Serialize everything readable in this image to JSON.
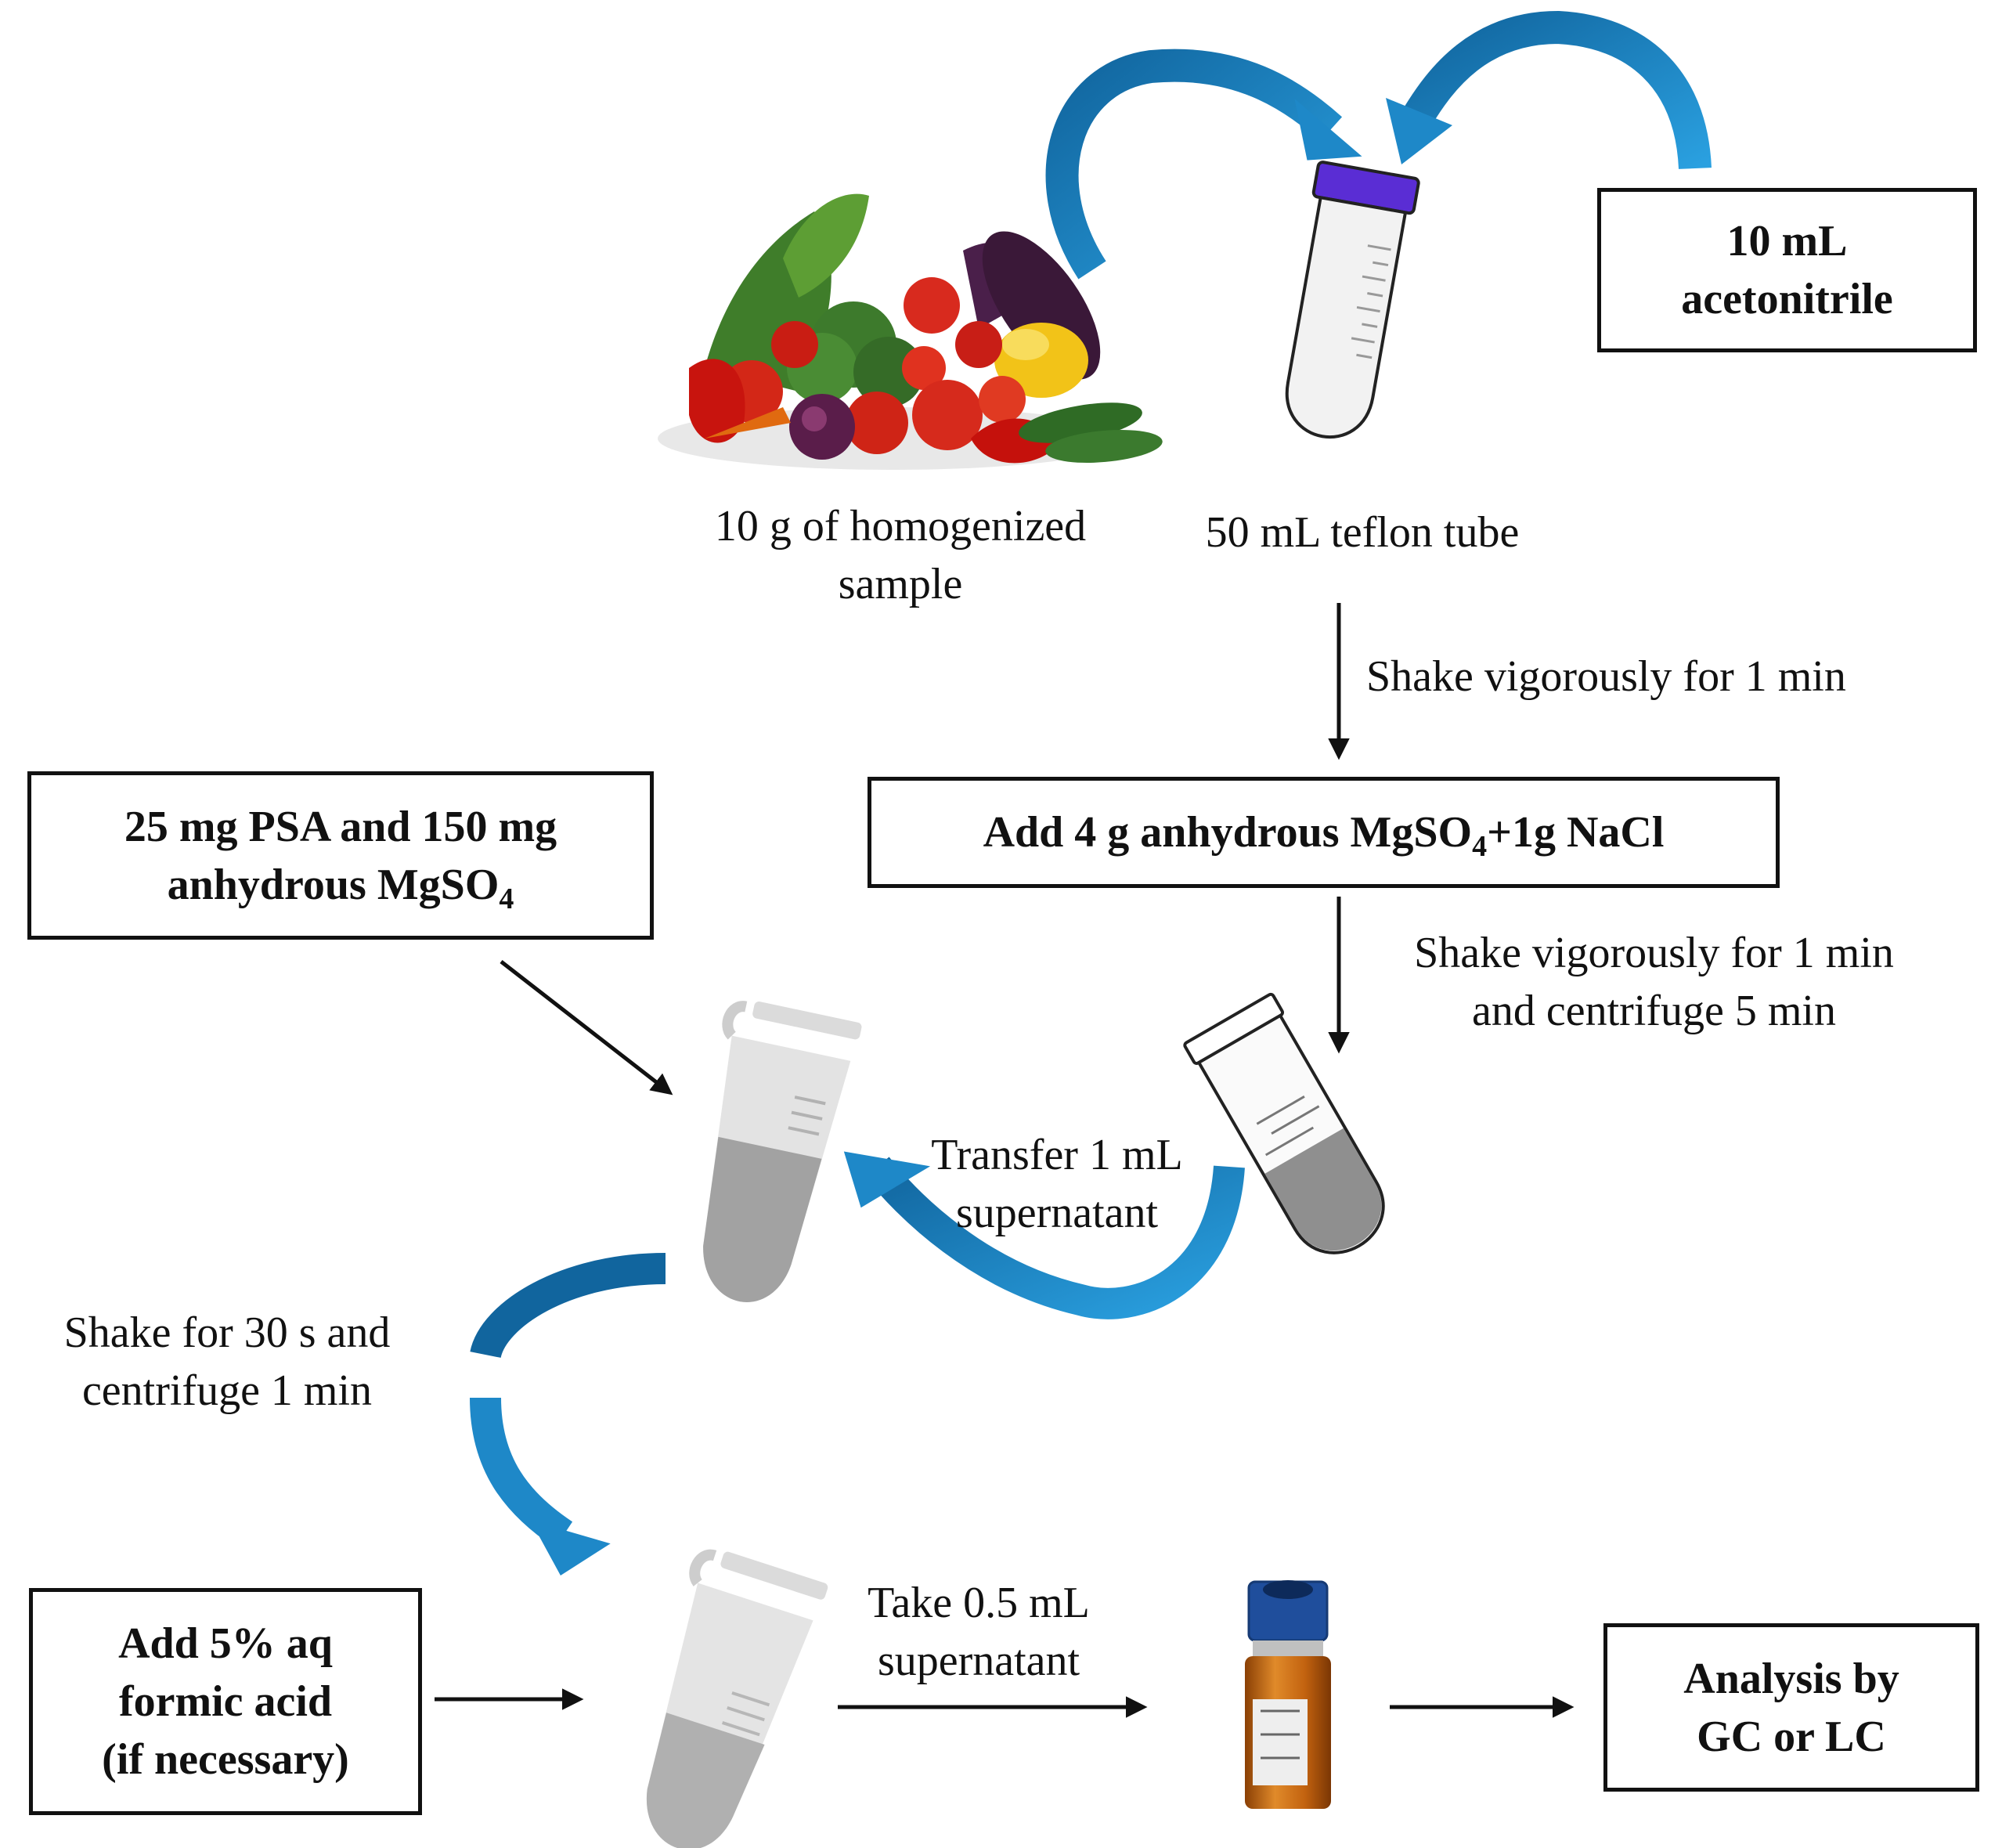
{
  "boxes": {
    "acetonitrile": {
      "line1": "10 mL",
      "line2": "acetonitrile"
    },
    "salts": {
      "text_pre": "Add  4 g anhydrous MgSO",
      "sub": "4",
      "text_post": "+1g NaCl"
    },
    "psa": {
      "line1": "25 mg PSA  and  150 mg",
      "line2_pre": "anhydrous MgSO",
      "line2_sub": "4"
    },
    "formic": {
      "line1": "Add  5% aq",
      "line2": "formic acid",
      "line3": "(if necessary)"
    },
    "analysis": {
      "line1": "Analysis by",
      "line2": "GC or LC"
    }
  },
  "labels": {
    "sample": {
      "line1": "10 g of homogenized",
      "line2": "sample"
    },
    "tube": {
      "text": "50 mL  teflon tube"
    },
    "shake1": {
      "text": "Shake vigorously for 1 min"
    },
    "shake2": {
      "line1": "Shake vigorously for 1 min",
      "line2": "and centrifuge 5 min"
    },
    "transfer": {
      "line1": "Transfer 1 mL",
      "line2": "supernatant"
    },
    "shake3": {
      "line1": "Shake  for 30 s and",
      "line2": "centrifuge 1 min"
    },
    "take": {
      "line1": "Take  0.5 mL",
      "line2": "supernatant"
    }
  },
  "colors": {
    "blue_arrow": "#1e88c8",
    "blue_arrow_dark": "#11659e",
    "tube_cap": "#5a2dd4",
    "vial_cap": "#1f4e9c",
    "vial_glass": "#c2620f",
    "text": "#111111"
  }
}
